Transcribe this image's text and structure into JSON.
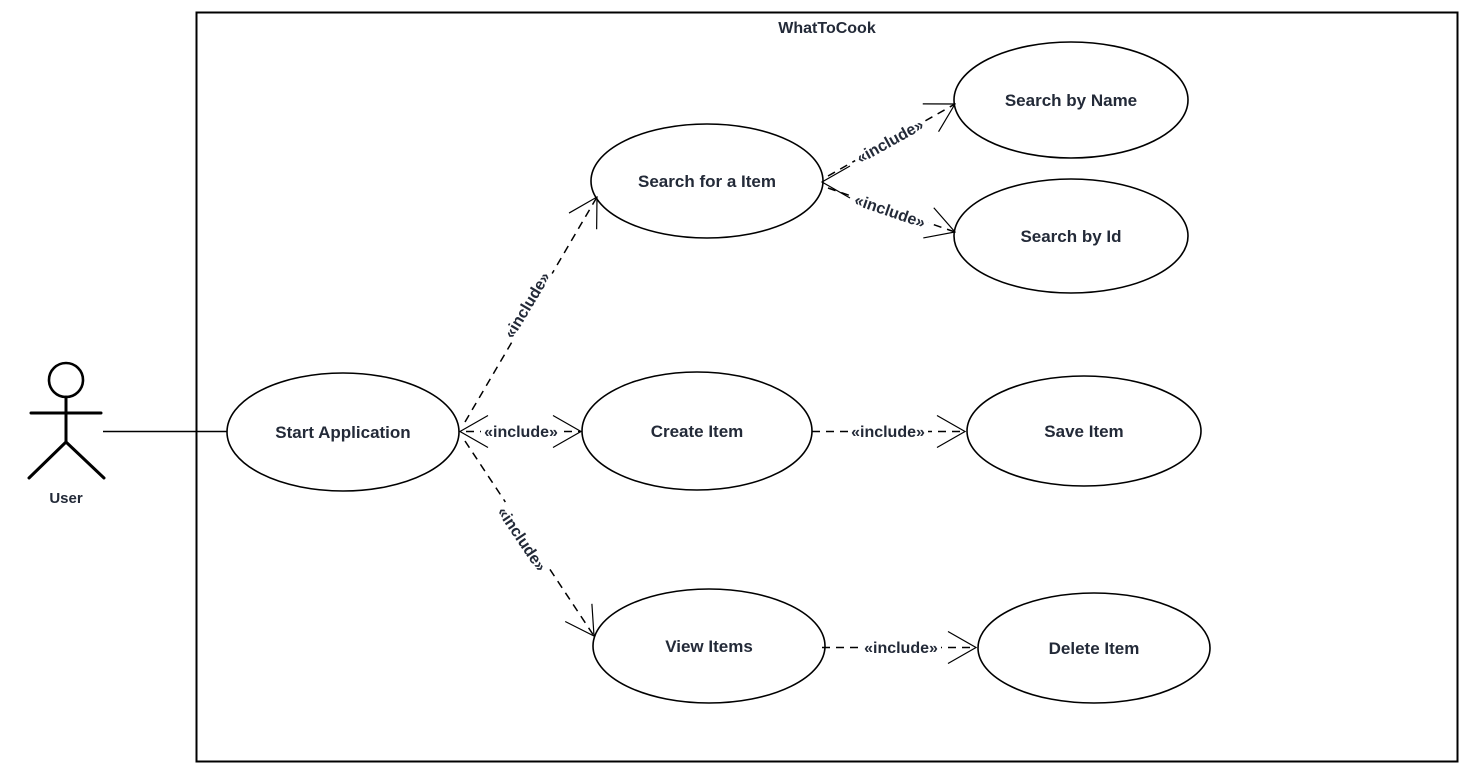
{
  "diagram": {
    "type": "uml-use-case-diagram",
    "system_boundary": {
      "title": "WhatToCook"
    },
    "actor": {
      "label": "User"
    },
    "use_cases": [
      {
        "label": "Start Application"
      },
      {
        "label": "Search for a Item"
      },
      {
        "label": "Search by Name"
      },
      {
        "label": "Search by Id"
      },
      {
        "label": "Create Item"
      },
      {
        "label": "Save Item"
      },
      {
        "label": "View Items"
      },
      {
        "label": "Delete Item"
      }
    ],
    "relationships": [
      {
        "from": "Start Application",
        "to": "Search for a Item",
        "type": "include",
        "label": "«include»"
      },
      {
        "from": "Start Application",
        "to": "Create Item",
        "type": "include",
        "label": "«include»"
      },
      {
        "from": "Start Application",
        "to": "View Items",
        "type": "include",
        "label": "«include»"
      },
      {
        "from": "Search for a Item",
        "to": "Search by Name",
        "type": "include",
        "label": "«include»"
      },
      {
        "from": "Search for a Item",
        "to": "Search by Id",
        "type": "include",
        "label": "«include»"
      },
      {
        "from": "Create Item",
        "to": "Save Item",
        "type": "include",
        "label": "«include»"
      },
      {
        "from": "View Items",
        "to": "Delete Item",
        "type": "include",
        "label": "«include»"
      },
      {
        "from": "User",
        "to": "Start Application",
        "type": "association",
        "label": ""
      }
    ],
    "colors": {
      "background": "#ffffff",
      "stroke": "#000000",
      "text": "#232a38"
    }
  }
}
